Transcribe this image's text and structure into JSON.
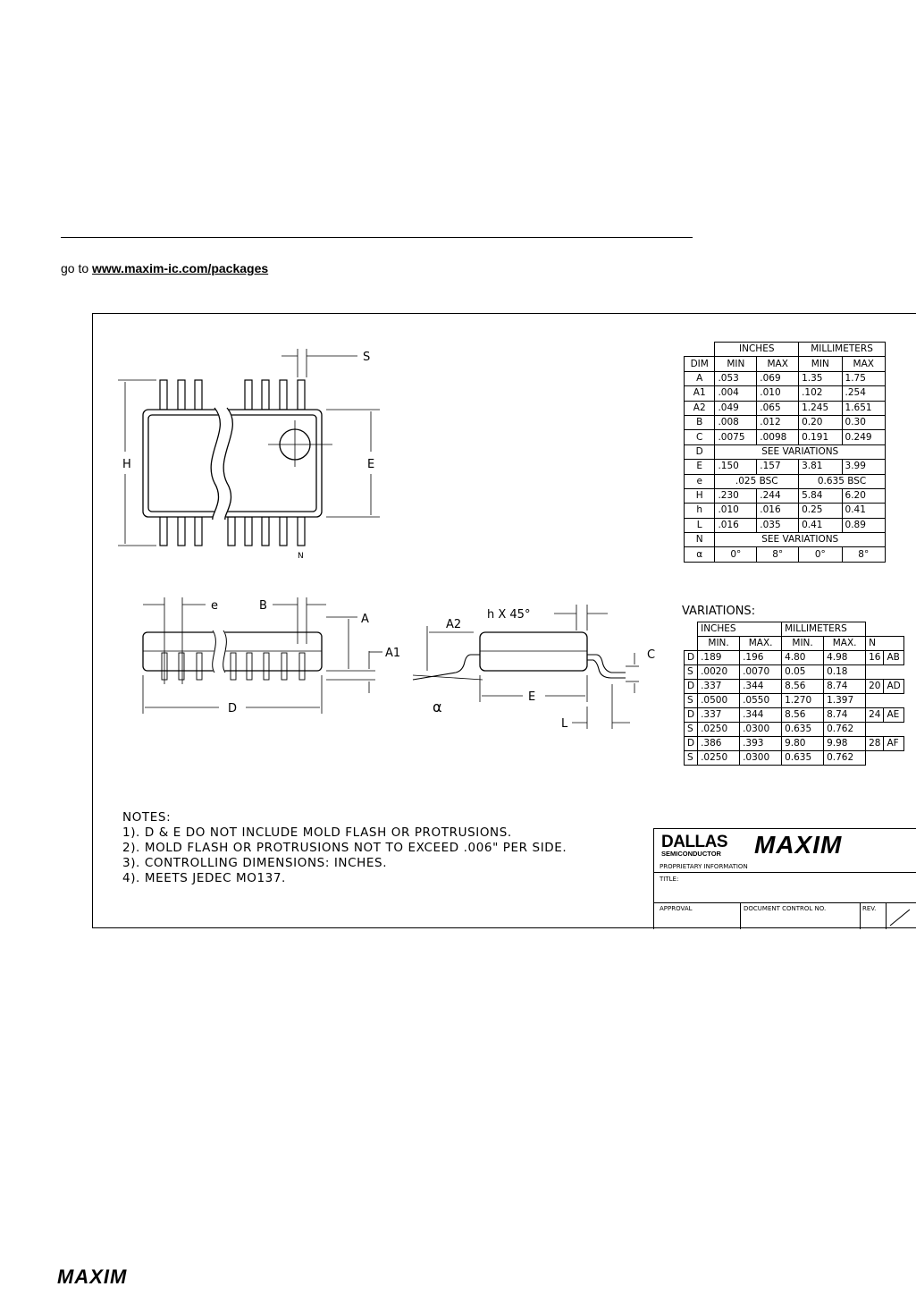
{
  "header": {
    "goto_prefix": "go to",
    "goto_link": "www.maxim-ic.com/packages"
  },
  "drawing": {
    "labels": {
      "S": "S",
      "H": "H",
      "E_top": "E",
      "N": "N",
      "e": "e",
      "B": "B",
      "A": "A",
      "A1": "A1",
      "D": "D",
      "A2": "A2",
      "h45": "h X 45°",
      "C": "C",
      "alpha": "α",
      "E_end": "E",
      "L": "L"
    }
  },
  "dim_table": {
    "group_headers": [
      "INCHES",
      "MILLIMETERS"
    ],
    "col_headers": [
      "DIM",
      "MIN",
      "MAX",
      "MIN",
      "MAX"
    ],
    "rows": [
      [
        "A",
        ".053",
        ".069",
        "1.35",
        "1.75"
      ],
      [
        "A1",
        ".004",
        ".010",
        ".102",
        ".254"
      ],
      [
        "A2",
        ".049",
        ".065",
        "1.245",
        "1.651"
      ],
      [
        "B",
        ".008",
        ".012",
        "0.20",
        "0.30"
      ],
      [
        "C",
        ".0075",
        ".0098",
        "0.191",
        "0.249"
      ],
      [
        "D",
        "SEE VARIATIONS"
      ],
      [
        "E",
        ".150",
        ".157",
        "3.81",
        "3.99"
      ],
      [
        "e",
        ".025 BSC",
        "0.635 BSC"
      ],
      [
        "H",
        ".230",
        ".244",
        "5.84",
        "6.20"
      ],
      [
        "h",
        ".010",
        ".016",
        "0.25",
        "0.41"
      ],
      [
        "L",
        ".016",
        ".035",
        "0.41",
        "0.89"
      ],
      [
        "N",
        "SEE VARIATIONS"
      ],
      [
        "α",
        "0°",
        "8°",
        "0°",
        "8°"
      ]
    ]
  },
  "variations": {
    "title": "VARIATIONS:",
    "group_headers": [
      "INCHES",
      "MILLIMETERS"
    ],
    "col_headers": [
      "MIN.",
      "MAX.",
      "MIN.",
      "MAX.",
      "N"
    ],
    "rows": [
      [
        "D",
        ".189",
        ".196",
        "4.80",
        "4.98",
        "16",
        "AB"
      ],
      [
        "S",
        ".0020",
        ".0070",
        "0.05",
        "0.18",
        "",
        ""
      ],
      [
        "D",
        ".337",
        ".344",
        "8.56",
        "8.74",
        "20",
        "AD"
      ],
      [
        "S",
        ".0500",
        ".0550",
        "1.270",
        "1.397",
        "",
        ""
      ],
      [
        "D",
        ".337",
        ".344",
        "8.56",
        "8.74",
        "24",
        "AE"
      ],
      [
        "S",
        ".0250",
        ".0300",
        "0.635",
        "0.762",
        "",
        ""
      ],
      [
        "D",
        ".386",
        ".393",
        "9.80",
        "9.98",
        "28",
        "AF"
      ],
      [
        "S",
        ".0250",
        ".0300",
        "0.635",
        "0.762",
        "",
        ""
      ]
    ]
  },
  "notes": [
    "NOTES:",
    "1). D & E DO NOT INCLUDE MOLD FLASH OR PROTRUSIONS.",
    "2). MOLD FLASH OR PROTRUSIONS NOT TO EXCEED .006\" PER SIDE.",
    "3). CONTROLLING DIMENSIONS: INCHES.",
    "4). MEETS JEDEC MO137."
  ],
  "title_block": {
    "dallas": "DALLAS",
    "semiconductor": "SEMICONDUCTOR",
    "maxim": "MAXIM",
    "proprietary": "PROPRIETARY INFORMATION",
    "title": "TITLE:",
    "approval": "APPROVAL",
    "doc_control": "DOCUMENT CONTROL NO.",
    "rev": "REV."
  },
  "footer": {
    "logo": "MAXIM"
  }
}
